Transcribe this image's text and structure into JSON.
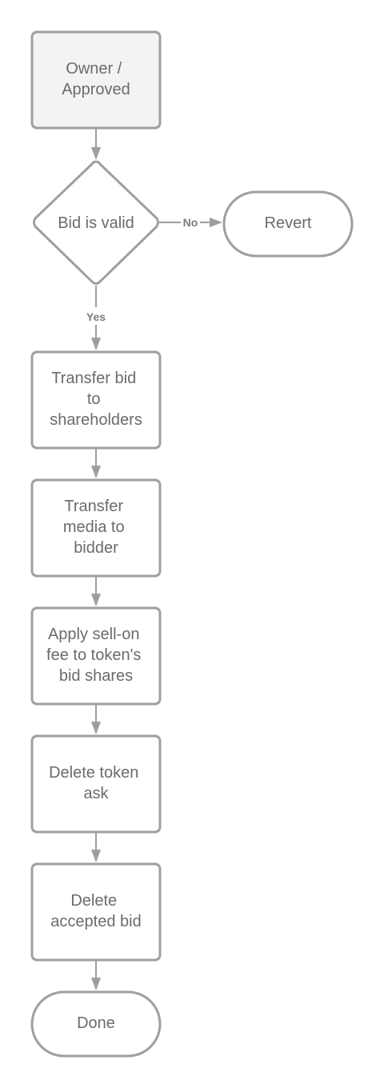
{
  "nodes": {
    "owner": {
      "lines": [
        "Owner /",
        "Approved"
      ]
    },
    "valid": {
      "lines": [
        "Bid is valid"
      ]
    },
    "revert": {
      "lines": [
        "Revert"
      ]
    },
    "transfer_bid": {
      "lines": [
        "Transfer bid",
        "to",
        "shareholders"
      ]
    },
    "transfer_media": {
      "lines": [
        "Transfer",
        "media to",
        "bidder"
      ]
    },
    "sell_on": {
      "lines": [
        "Apply sell-on",
        "fee to token's",
        "bid shares"
      ]
    },
    "delete_ask": {
      "lines": [
        "Delete token",
        "ask"
      ]
    },
    "delete_bid": {
      "lines": [
        "Delete",
        "accepted bid"
      ]
    },
    "done": {
      "lines": [
        "Done"
      ]
    }
  },
  "edges": {
    "no_label": "No",
    "yes_label": "Yes"
  },
  "colors": {
    "stroke": "#9e9e9e",
    "start_fill": "#f3f3f3",
    "text": "#6b6b6b"
  }
}
